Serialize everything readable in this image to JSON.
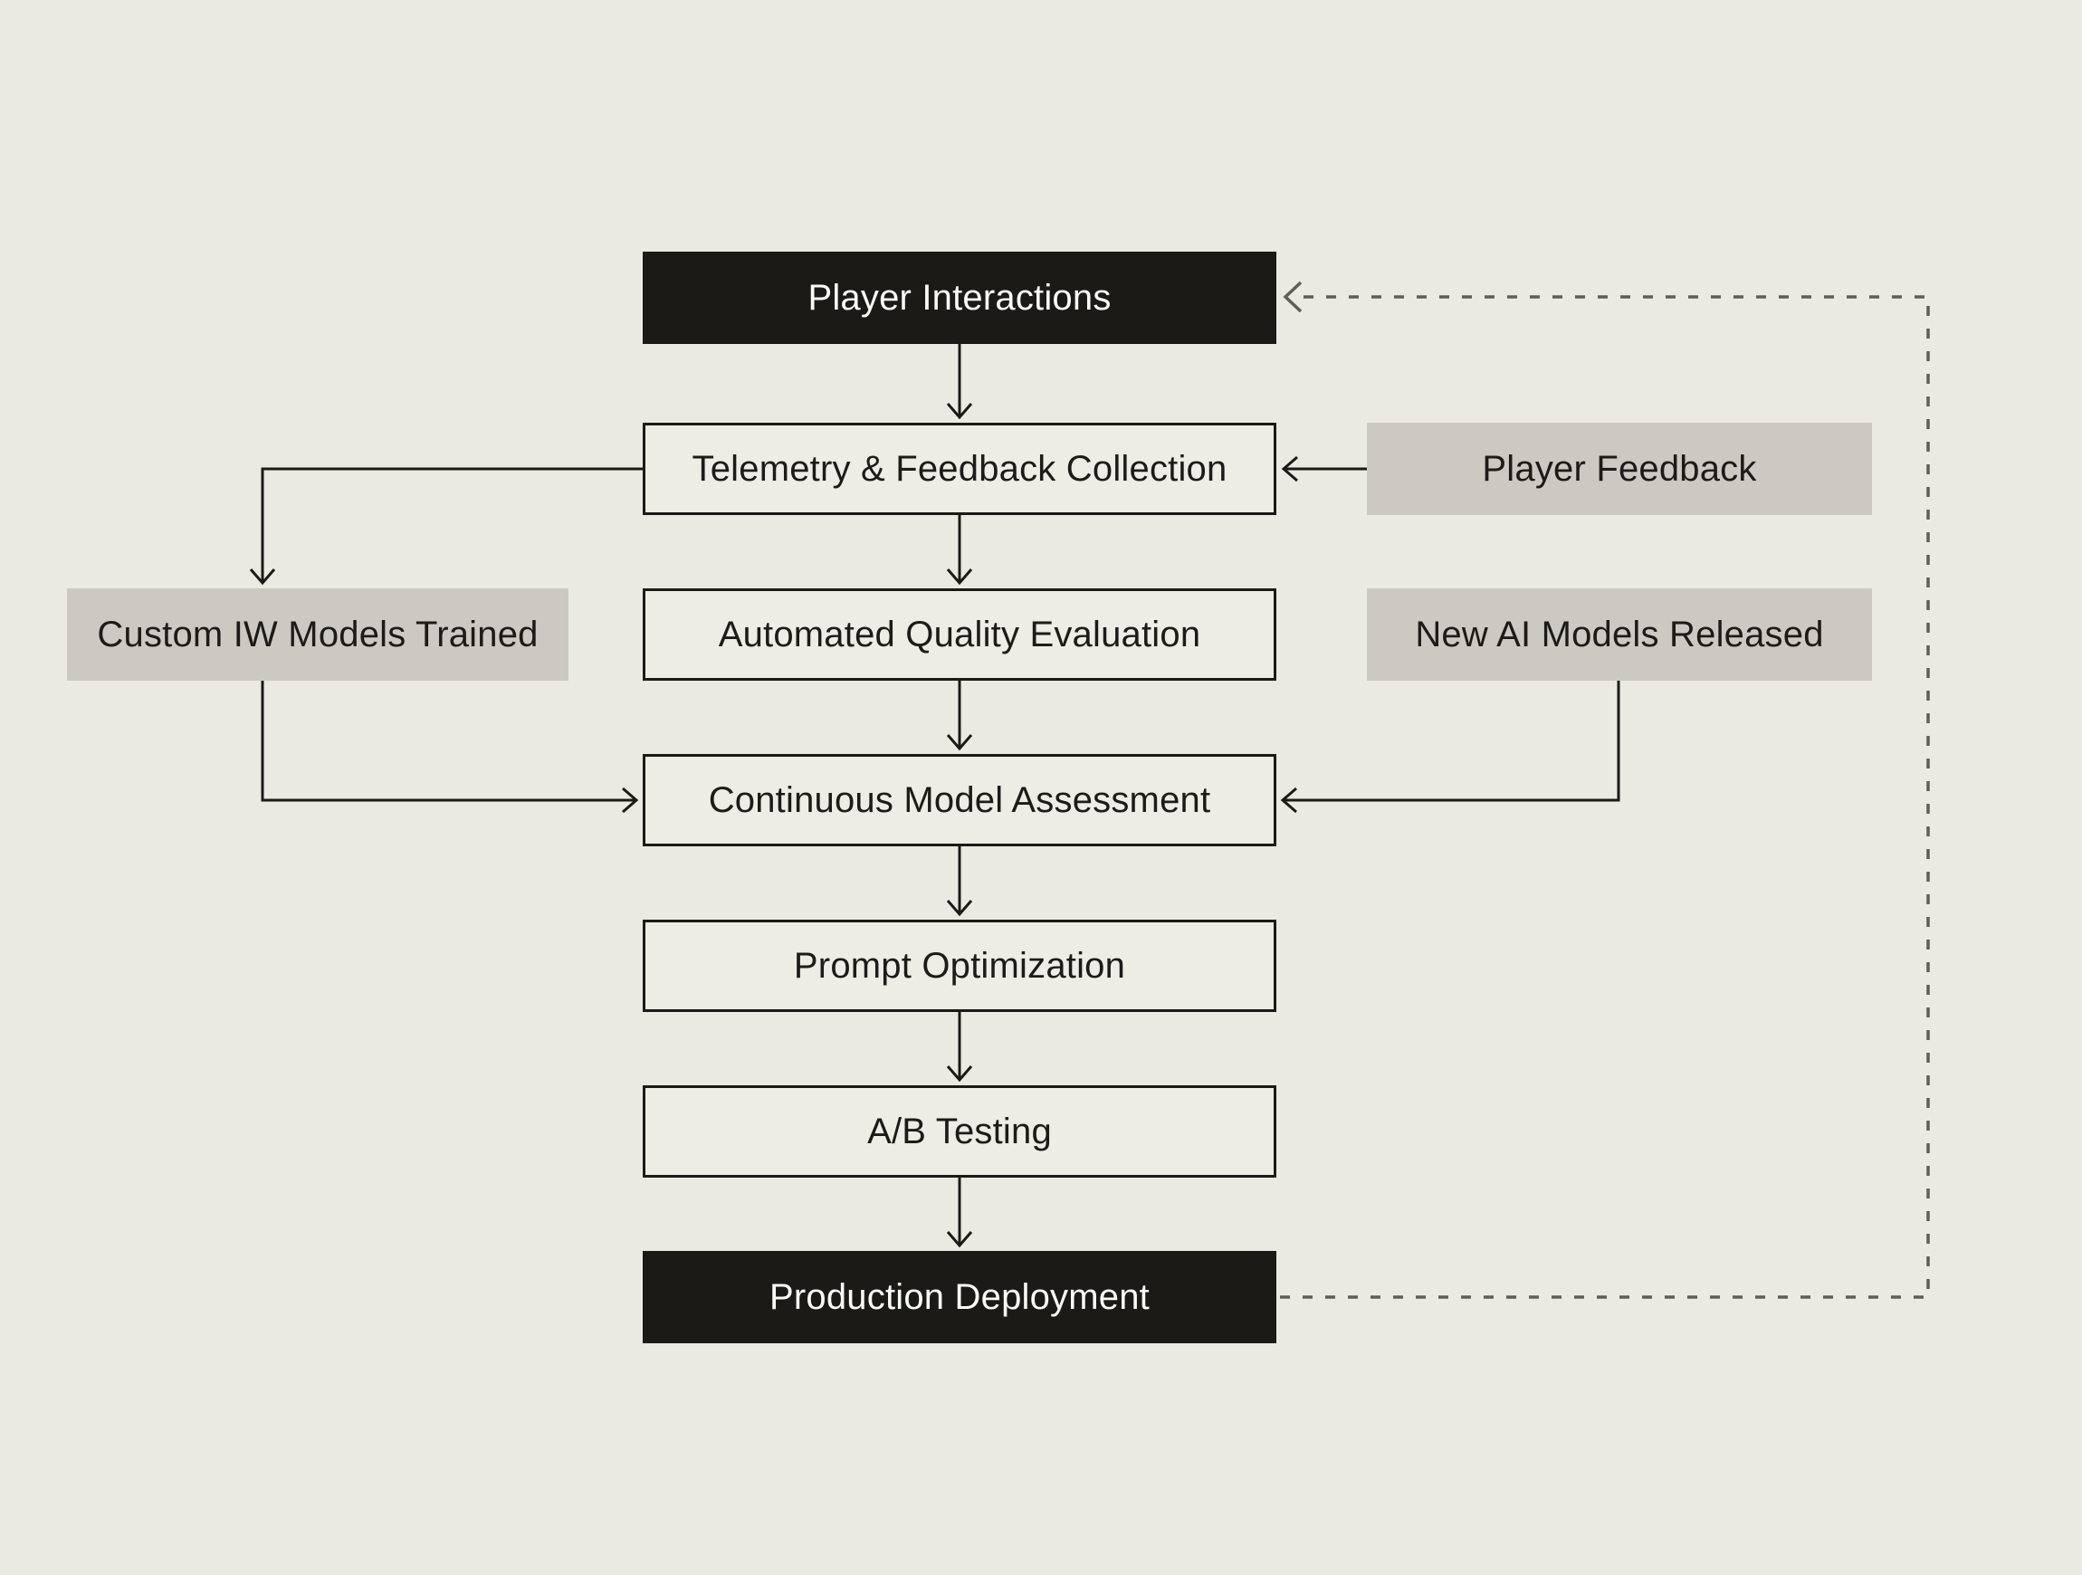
{
  "diagram": {
    "nodes": {
      "player_interactions": {
        "label": "Player Interactions",
        "variant": "dark"
      },
      "telemetry": {
        "label": "Telemetry & Feedback Collection",
        "variant": "outlined"
      },
      "player_feedback": {
        "label": "Player Feedback",
        "variant": "gray"
      },
      "custom_iw": {
        "label": "Custom IW Models Trained",
        "variant": "gray"
      },
      "auto_quality": {
        "label": "Automated Quality Evaluation",
        "variant": "outlined"
      },
      "new_ai_models": {
        "label": "New AI Models Released",
        "variant": "gray"
      },
      "continuous_assessment": {
        "label": "Continuous Model Assessment",
        "variant": "outlined"
      },
      "prompt_optimization": {
        "label": "Prompt Optimization",
        "variant": "outlined"
      },
      "ab_testing": {
        "label": "A/B Testing",
        "variant": "outlined"
      },
      "production_deployment": {
        "label": "Production Deployment",
        "variant": "dark"
      }
    },
    "edges": [
      {
        "from": "player_interactions",
        "to": "telemetry",
        "style": "solid-arrow"
      },
      {
        "from": "telemetry",
        "to": "auto_quality",
        "style": "solid-arrow"
      },
      {
        "from": "auto_quality",
        "to": "continuous_assessment",
        "style": "solid-arrow"
      },
      {
        "from": "continuous_assessment",
        "to": "prompt_optimization",
        "style": "solid-arrow"
      },
      {
        "from": "prompt_optimization",
        "to": "ab_testing",
        "style": "solid-arrow"
      },
      {
        "from": "ab_testing",
        "to": "production_deployment",
        "style": "solid-arrow"
      },
      {
        "from": "player_feedback",
        "to": "telemetry",
        "style": "solid-arrow"
      },
      {
        "from": "telemetry",
        "to": "custom_iw",
        "style": "solid-arrow-elbow"
      },
      {
        "from": "custom_iw",
        "to": "continuous_assessment",
        "style": "solid-arrow-elbow"
      },
      {
        "from": "new_ai_models",
        "to": "continuous_assessment",
        "style": "solid-arrow-elbow"
      },
      {
        "from": "production_deployment",
        "to": "player_interactions",
        "style": "dashed-arrow-loop"
      }
    ],
    "theme": {
      "background": "#eae9e2",
      "node_fill": "#edece5",
      "node_border": "#1a1a18",
      "node_dark_fill": "#1b1a17",
      "node_dark_text": "#fafaf7",
      "node_gray_fill": "#cbc9c2",
      "text": "#1c1b19",
      "connector": "#1a1a18",
      "dashed_connector": "#5e5d57"
    }
  }
}
